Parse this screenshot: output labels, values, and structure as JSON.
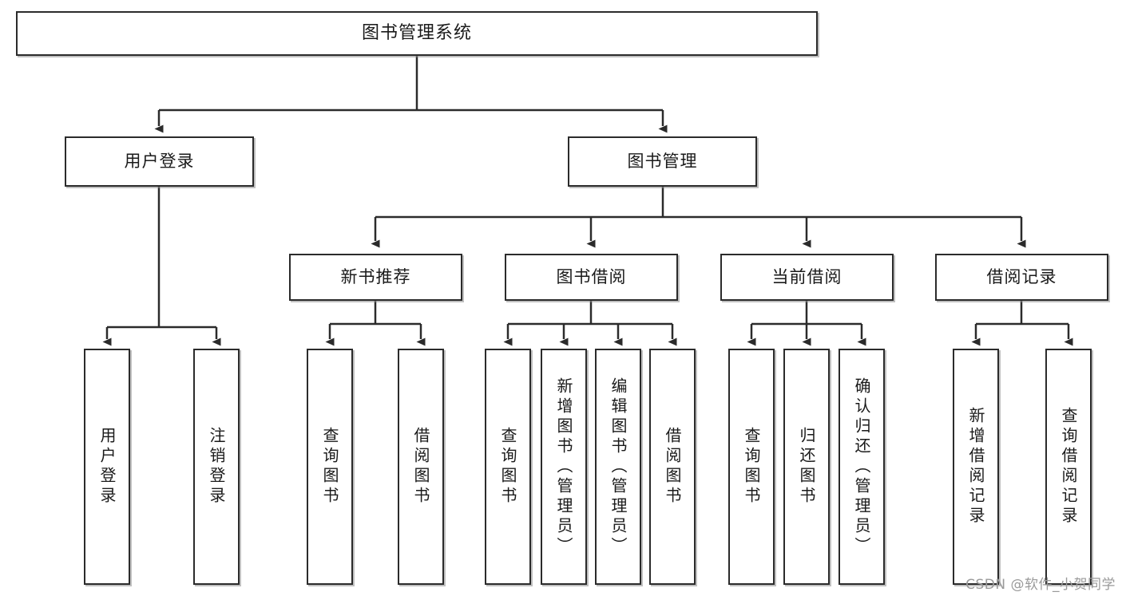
{
  "diagram": {
    "title": "图书管理系统",
    "type": "tree-hierarchy-chart",
    "watermark": "CSDN @软件_小贺同学",
    "line_color": "#2b2b2b",
    "box_fill": "#ffffff",
    "text_color": "#1a1a1a"
  },
  "nodes": {
    "root": {
      "label": "图书管理系统"
    },
    "level2": [
      {
        "label": "用户登录"
      },
      {
        "label": "图书管理"
      }
    ],
    "level3": [
      {
        "label": "新书推荐"
      },
      {
        "label": "图书借阅"
      },
      {
        "label": "当前借阅"
      },
      {
        "label": "借阅记录"
      }
    ],
    "leaves_user_login": [
      {
        "label": "用户登录"
      },
      {
        "label": "注销登录"
      }
    ],
    "leaves_new_book": [
      {
        "label": "查询图书"
      },
      {
        "label": "借阅图书"
      }
    ],
    "leaves_book_borrow": [
      {
        "label": "查询图书"
      },
      {
        "label": "新增图书（管理员）"
      },
      {
        "label": "编辑图书（管理员）"
      },
      {
        "label": "借阅图书"
      }
    ],
    "leaves_current_borrow": [
      {
        "label": "查询图书"
      },
      {
        "label": "归还图书"
      },
      {
        "label": "确认归还（管理员）"
      }
    ],
    "leaves_borrow_record": [
      {
        "label": "新增借阅记录"
      },
      {
        "label": "查询借阅记录"
      }
    ]
  }
}
